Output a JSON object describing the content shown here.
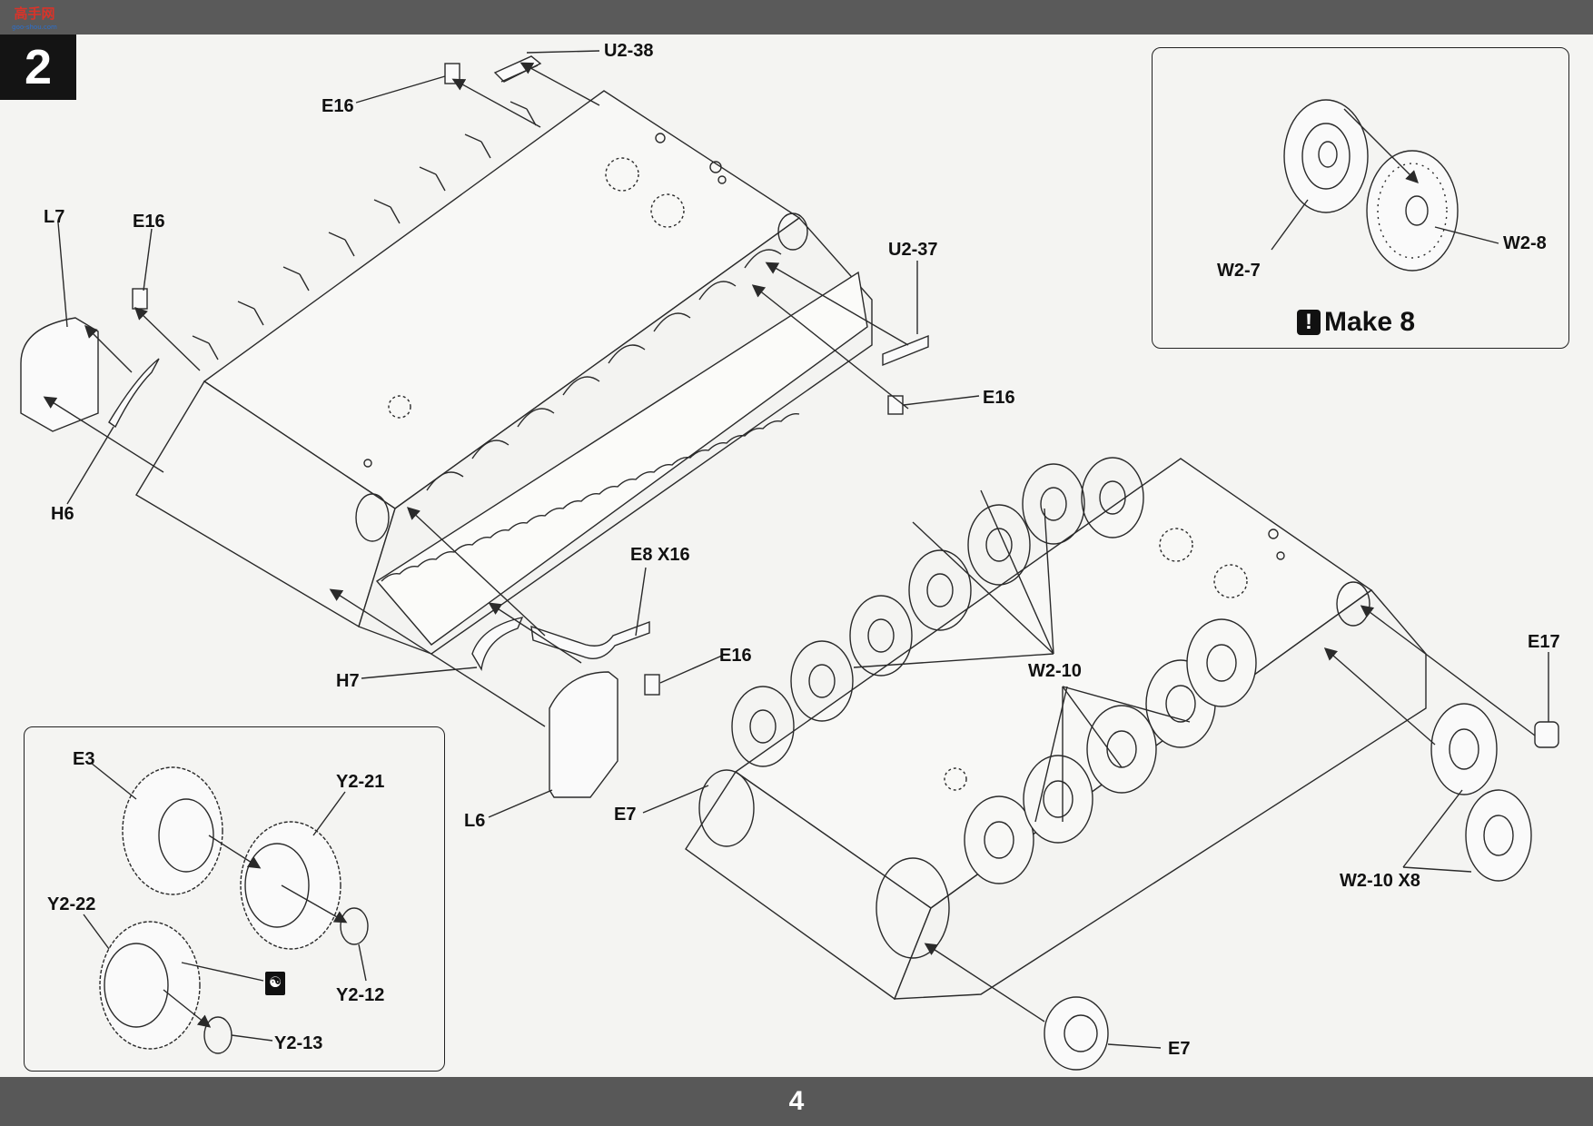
{
  "header": {
    "logo_text": "高手网",
    "logo_sub": "goo-shou.com"
  },
  "step_number": "2",
  "page_number": "4",
  "note_make": "Make 8",
  "labels": {
    "u2_38": "U2-38",
    "e16_top": "E16",
    "l7": "L7",
    "e16_left": "E16",
    "h6": "H6",
    "u2_37": "U2-37",
    "e16_right": "E16",
    "e8_x16": "E8 X16",
    "e16_mid": "E16",
    "h7": "H7",
    "l6": "L6",
    "w2_10": "W2-10",
    "e17": "E17",
    "w2_10_x8": "W2-10 X8",
    "e7_left": "E7",
    "e7_bottom": "E7",
    "w2_7": "W2-7",
    "w2_8": "W2-8",
    "e3": "E3",
    "y2_21": "Y2-21",
    "y2_22": "Y2-22",
    "y2_12": "Y2-12",
    "y2_13": "Y2-13"
  },
  "colors": {
    "line": "#2a2a2a",
    "paper": "#f4f4f2",
    "hull": "#f8f8f6",
    "bar": "#585858"
  },
  "icons": {
    "glue": "glue-icon",
    "warning": "exclamation-icon"
  }
}
